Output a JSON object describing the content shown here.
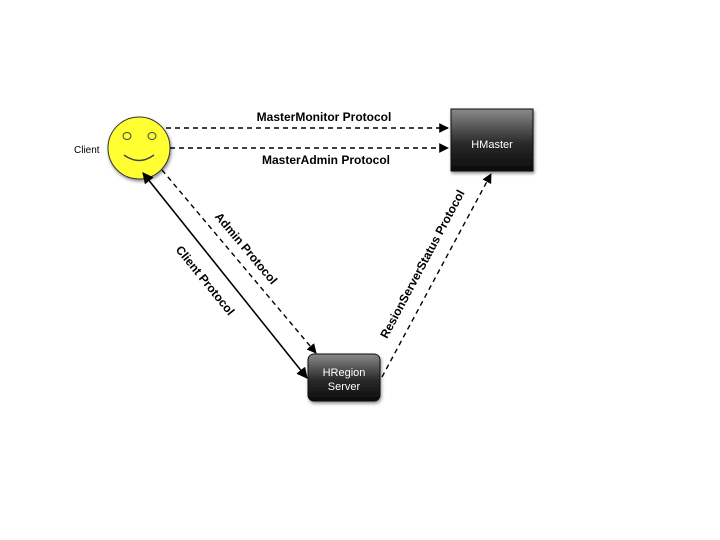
{
  "client": {
    "label": "Client"
  },
  "nodes": {
    "hmaster": {
      "label": "HMaster"
    },
    "hregion": {
      "line1": "HRegion",
      "line2": "Server"
    }
  },
  "edges": {
    "master_monitor": "MasterMonitor Protocol",
    "master_admin": "MasterAdmin Protocol",
    "admin": "Admin Protocol",
    "client": "Client Protocol",
    "region_server_status": "ResionServerStatus Protocol"
  },
  "colors": {
    "face_fill": "#ffff33",
    "box_dark": "#111111",
    "box_light": "#888888"
  }
}
